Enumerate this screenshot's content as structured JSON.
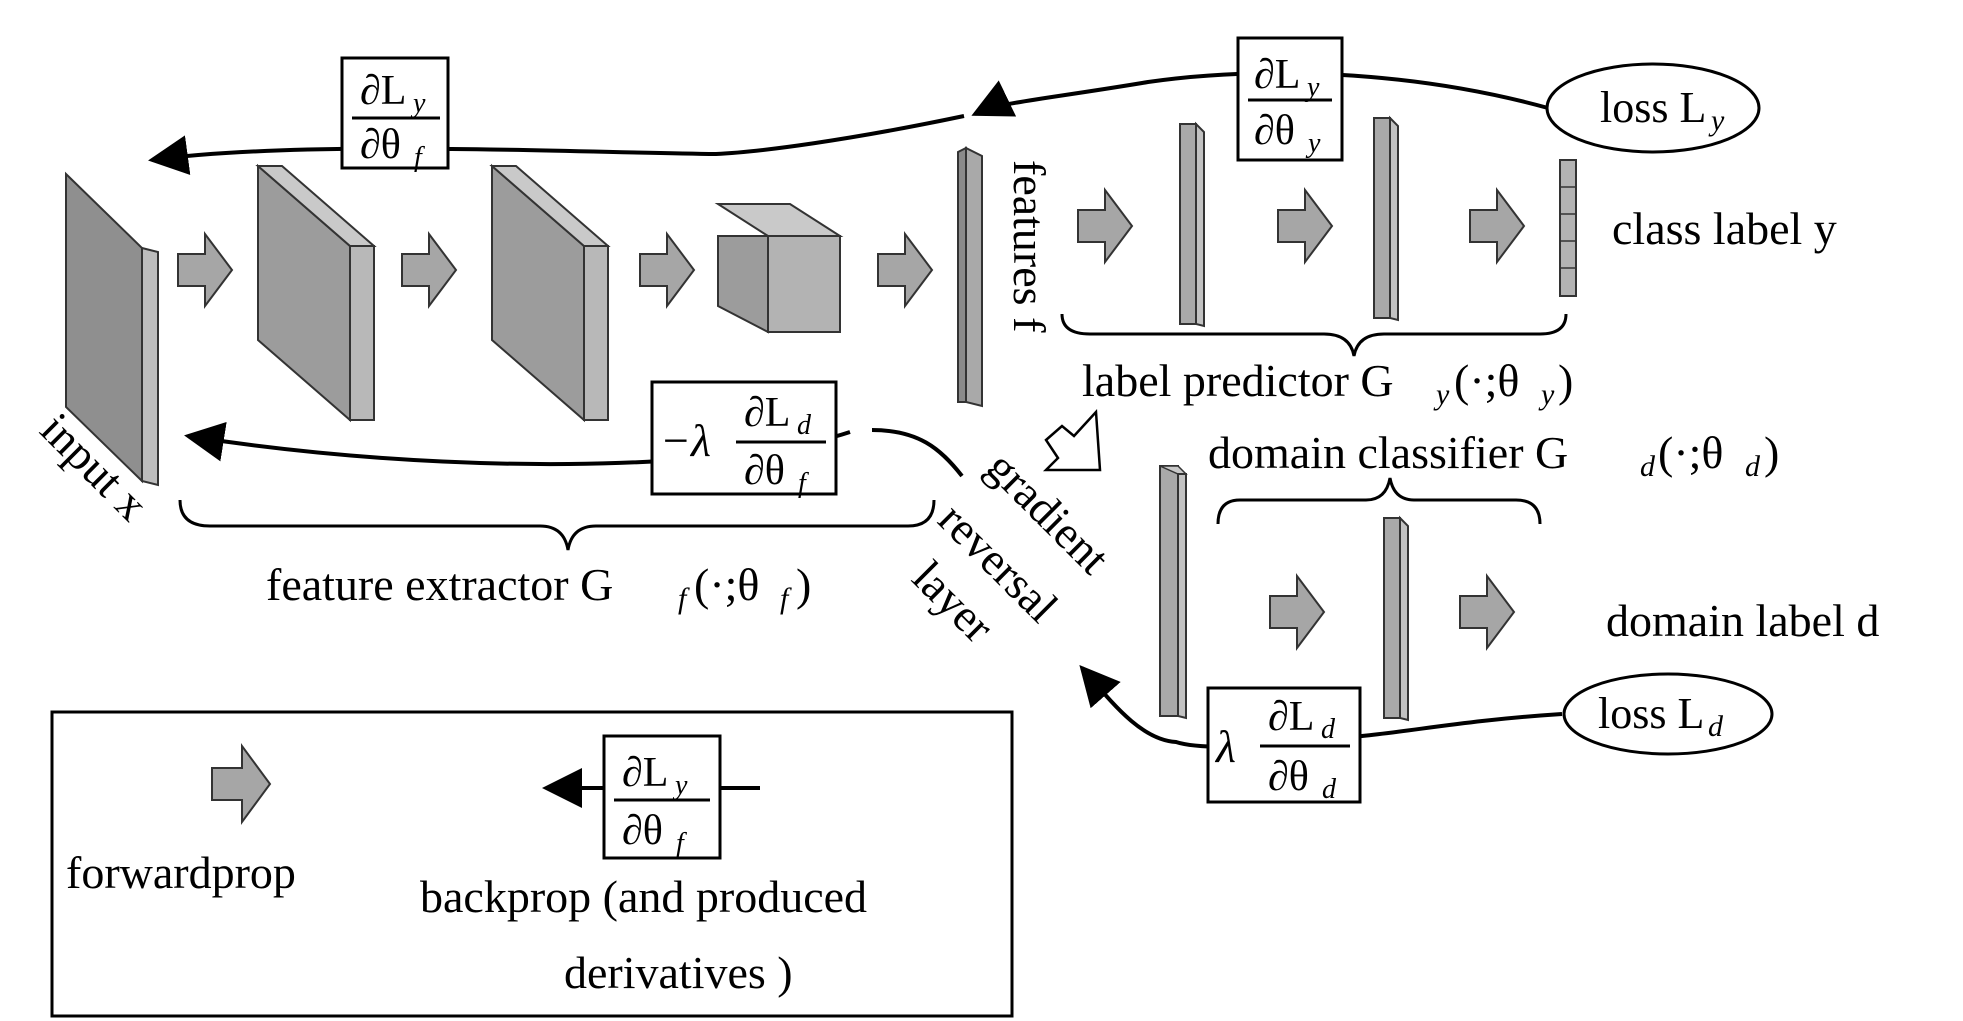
{
  "labels": {
    "input": "input x",
    "features": "features f",
    "class_label": "class label y",
    "label_predictor": "label predictor G",
    "label_predictor_sub": "y",
    "label_predictor_args": "(·;θ",
    "domain_classifier": "domain classifier G",
    "domain_classifier_sub": "d",
    "domain_classifier_args": "(·;θ",
    "feature_extractor": "feature extractor G",
    "feature_extractor_sub": "f",
    "feature_extractor_args": "(·;θ",
    "domain_label": "domain label d",
    "loss_y": "loss L",
    "loss_y_sub": "y",
    "loss_d": "loss L",
    "loss_d_sub": "d",
    "grl_1": "gradient",
    "grl_2": "reversal",
    "grl_3": "layer"
  },
  "derivatives": {
    "dLy_dthetaf": {
      "prefix": "",
      "num": "∂L",
      "num_sub": "y",
      "den": "∂θ",
      "den_sub": "f"
    },
    "dLy_dthetay": {
      "prefix": "",
      "num": "∂L",
      "num_sub": "y",
      "den": "∂θ",
      "den_sub": "y"
    },
    "neg_lambda_dLd_dthetaf": {
      "prefix": "−λ",
      "num": "∂L",
      "num_sub": "d",
      "den": "∂θ",
      "den_sub": "f"
    },
    "lambda_dLd_dthetad": {
      "prefix": "λ",
      "num": "∂L",
      "num_sub": "d",
      "den": "∂θ",
      "den_sub": "d"
    }
  },
  "legend": {
    "forwardprop": "forwardprop",
    "backprop_line1": "backprop (and produced",
    "backprop_line2": "derivatives )",
    "example": {
      "num": "∂L",
      "num_sub": "y",
      "den": "∂θ",
      "den_sub": "f"
    }
  },
  "colors": {
    "block_front": "#a8a8a8",
    "block_side": "#8a8a8a",
    "block_top": "#c8c8c8",
    "arrow_fill": "#a6a6a6",
    "stroke": "#000000"
  }
}
